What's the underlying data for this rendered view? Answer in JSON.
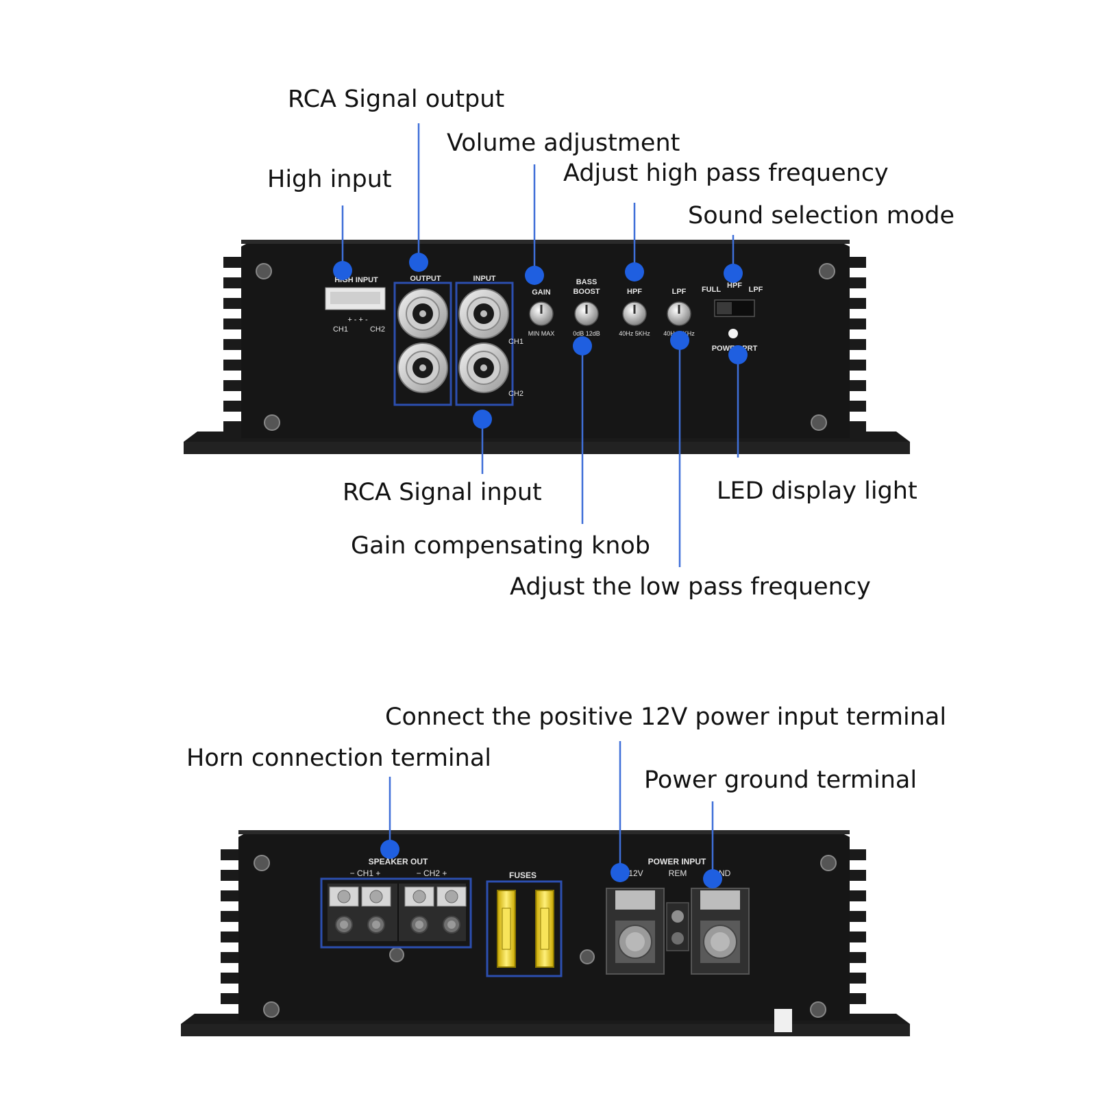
{
  "colors": {
    "body": "#141414",
    "fin": "#1a1a1a",
    "callout_line": "#3f6fd8",
    "callout_dot": "#1f5fe0",
    "highlight_box": "#2c4fb0",
    "rca_ring": "#d9d9d9",
    "fuse": "#f2d21b",
    "panel_text": "#e6e6e6"
  },
  "top_panel": {
    "callouts": {
      "rca_output": "RCA Signal output",
      "volume": "Volume adjustment",
      "high_input": "High input",
      "high_pass": "Adjust high pass frequency",
      "sound_mode": "Sound selection mode",
      "rca_input": "RCA Signal input",
      "led": "LED display light",
      "gain": "Gain compensating knob",
      "low_pass": "Adjust the low pass frequency"
    },
    "labels": {
      "high_input": "HIGH INPUT",
      "output": "OUTPUT",
      "input": "INPUT",
      "ch1_left": "CH1",
      "ch2_left": "CH2",
      "ch1_right": "CH1",
      "ch2_right": "CH2",
      "gain": "GAIN",
      "bass_line1": "BASS",
      "bass_line2": "BOOST",
      "hpf": "HPF",
      "lpf": "LPF",
      "min_max": "MIN  MAX",
      "bass_range": "0dB  12dB",
      "hpf_range": "40Hz  5KHz",
      "lpf_range": "40Hz  5KHz",
      "mode_full": "FULL",
      "mode_hpf": "HPF",
      "mode_lpf": "LPF",
      "power_prt": "POWER PRT",
      "polarity": "+  -  +  -"
    }
  },
  "bottom_panel": {
    "callouts": {
      "positive_12v": "Connect the positive 12V power input terminal",
      "horn": "Horn connection terminal",
      "ground": "Power ground terminal"
    },
    "labels": {
      "speaker_out": "SPEAKER OUT",
      "ch1_polarity": "−  CH1  +",
      "ch2_polarity": "−  CH2  +",
      "fuses": "FUSES",
      "power_input": "POWER INPUT",
      "v12": "12V",
      "rem": "REM",
      "gnd": "GND"
    }
  }
}
